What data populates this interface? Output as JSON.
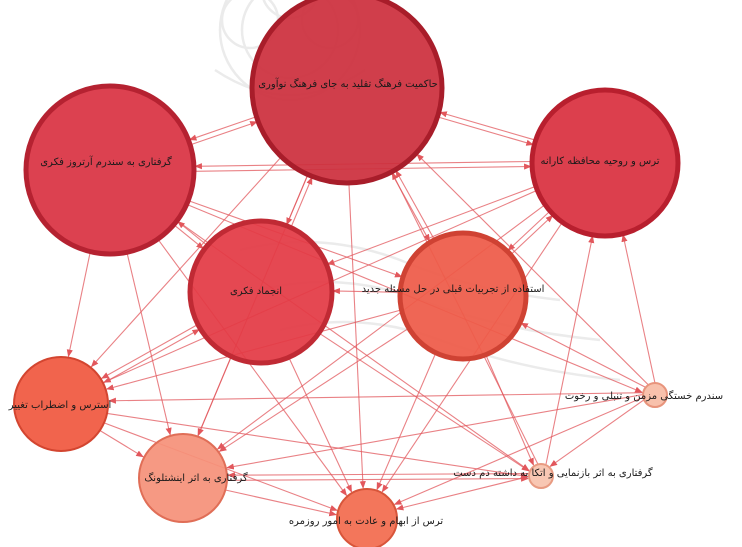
{
  "diagram": {
    "nodes": [
      {
        "id": "n1",
        "label": "حاکمیت فرهنگ تقلید به جای فرهنگ نوآوری",
        "fill": "#cc2f3d",
        "stroke": "#a81d2a"
      },
      {
        "id": "n2",
        "label": "گرفتاری به سندرم آرتروز فکری",
        "fill": "#d93343",
        "stroke": "#b52231"
      },
      {
        "id": "n3",
        "label": "ترس و روحیه محافظه کارانه",
        "fill": "#d9303f",
        "stroke": "#b81f2e"
      },
      {
        "id": "n4",
        "label": "انجماد فکری",
        "fill": "#e33a45",
        "stroke": "#c02a34"
      },
      {
        "id": "n5",
        "label": "استفاده از تجربیات قبلی در حل مسئله جدید",
        "fill": "#ee5a48",
        "stroke": "#cf4233"
      },
      {
        "id": "n6",
        "label": "استرس و اضطراب تغییر",
        "fill": "#f0583f",
        "stroke": "#d34530"
      },
      {
        "id": "n7",
        "label": "گرفتاری به اثر اینشتلونگ",
        "fill": "#f5917a",
        "stroke": "#e06e57"
      },
      {
        "id": "n8",
        "label": "ترس از ابهام و عادت به امور روزمره",
        "fill": "#f26c4f",
        "stroke": "#d8553a"
      },
      {
        "id": "n9",
        "label": "سندرم خستگی مزمن و تنبلی و رخوت",
        "fill": "#f8bca6",
        "stroke": "#e8947c"
      },
      {
        "id": "n10",
        "label": "گرفتاری به اثر بازنمایی و اتکا به داشته دم دست",
        "fill": "#f8c3ad",
        "stroke": "#e89b82"
      }
    ],
    "edges": [
      [
        "n1",
        "n2"
      ],
      [
        "n2",
        "n1"
      ],
      [
        "n1",
        "n3"
      ],
      [
        "n3",
        "n1"
      ],
      [
        "n2",
        "n3"
      ],
      [
        "n3",
        "n2"
      ],
      [
        "n1",
        "n4"
      ],
      [
        "n1",
        "n5"
      ],
      [
        "n5",
        "n1"
      ],
      [
        "n4",
        "n1"
      ],
      [
        "n1",
        "n6"
      ],
      [
        "n1",
        "n7"
      ],
      [
        "n1",
        "n8"
      ],
      [
        "n9",
        "n1"
      ],
      [
        "n10",
        "n1"
      ],
      [
        "n2",
        "n4"
      ],
      [
        "n4",
        "n2"
      ],
      [
        "n2",
        "n5"
      ],
      [
        "n2",
        "n6"
      ],
      [
        "n2",
        "n7"
      ],
      [
        "n2",
        "n8"
      ],
      [
        "n2",
        "n10"
      ],
      [
        "n2",
        "n9"
      ],
      [
        "n3",
        "n4"
      ],
      [
        "n3",
        "n5"
      ],
      [
        "n5",
        "n3"
      ],
      [
        "n3",
        "n6"
      ],
      [
        "n3",
        "n7"
      ],
      [
        "n3",
        "n8"
      ],
      [
        "n9",
        "n3"
      ],
      [
        "n10",
        "n3"
      ],
      [
        "n5",
        "n4"
      ],
      [
        "n4",
        "n6"
      ],
      [
        "n4",
        "n7"
      ],
      [
        "n4",
        "n8"
      ],
      [
        "n4",
        "n10"
      ],
      [
        "n6",
        "n4"
      ],
      [
        "n5",
        "n6"
      ],
      [
        "n5",
        "n7"
      ],
      [
        "n5",
        "n8"
      ],
      [
        "n5",
        "n10"
      ],
      [
        "n9",
        "n5"
      ],
      [
        "n6",
        "n7"
      ],
      [
        "n6",
        "n8"
      ],
      [
        "n6",
        "n10"
      ],
      [
        "n9",
        "n6"
      ],
      [
        "n7",
        "n8"
      ],
      [
        "n7",
        "n10"
      ],
      [
        "n9",
        "n7"
      ],
      [
        "n9",
        "n8"
      ],
      [
        "n10",
        "n8"
      ],
      [
        "n9",
        "n10"
      ],
      [
        "n10",
        "n7"
      ]
    ],
    "edge_color": "#e2575c"
  }
}
